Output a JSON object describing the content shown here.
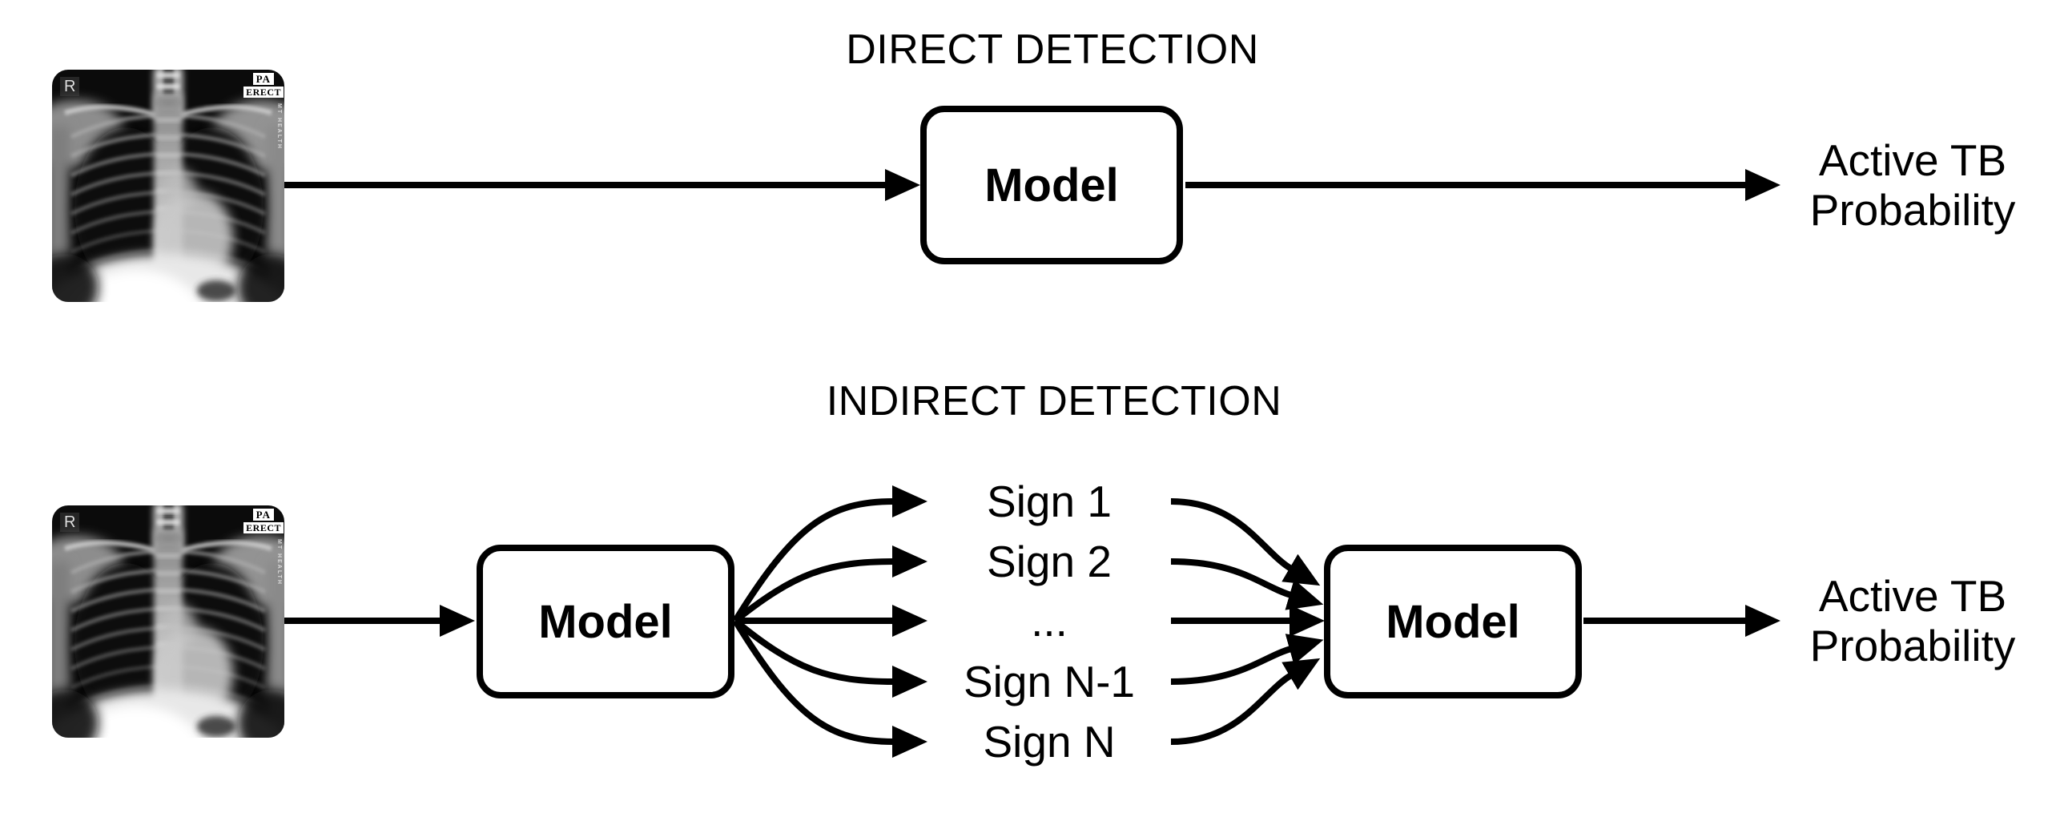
{
  "direct": {
    "title": "DIRECT DETECTION",
    "model_label": "Model",
    "output": {
      "line1": "Active TB",
      "line2": "Probability"
    }
  },
  "indirect": {
    "title": "INDIRECT DETECTION",
    "extractor_model_label": "Model",
    "classifier_model_label": "Model",
    "signs": [
      "Sign 1",
      "Sign 2",
      "...",
      "Sign N-1",
      "Sign N"
    ],
    "output": {
      "line1": "Active TB",
      "line2": "Probability"
    }
  },
  "xray": {
    "side_marker": "R",
    "projection_label": "PA",
    "position_label": "ERECT",
    "edge_label": "MT HEALTH"
  },
  "colors": {
    "ink": "#000000",
    "background": "#ffffff"
  }
}
